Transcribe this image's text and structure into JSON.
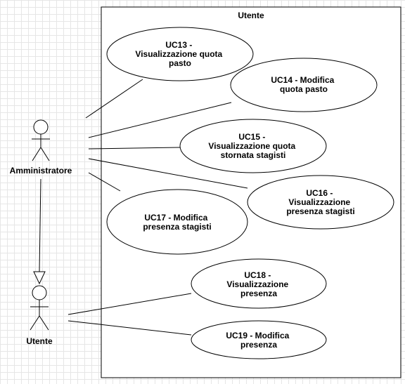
{
  "system": {
    "title": "Utente"
  },
  "actors": {
    "admin": {
      "name": "Amministratore"
    },
    "user": {
      "name": "Utente"
    }
  },
  "use_cases": [
    {
      "id": "uc13",
      "code": "UC13",
      "lines": [
        "UC13 -",
        "Visualizzazione quota",
        "pasto"
      ]
    },
    {
      "id": "uc14",
      "code": "UC14",
      "lines": [
        "UC14 - Modifica",
        "quota pasto"
      ]
    },
    {
      "id": "uc15",
      "code": "UC15",
      "lines": [
        "UC15 -",
        "Visualizzazione quota",
        "stornata stagisti"
      ]
    },
    {
      "id": "uc16",
      "code": "UC16",
      "lines": [
        "UC16 -",
        "Visualizzazione",
        "presenza stagisti"
      ]
    },
    {
      "id": "uc17",
      "code": "UC17",
      "lines": [
        "UC17 - Modifica",
        "presenza stagisti"
      ]
    },
    {
      "id": "uc18",
      "code": "UC18",
      "lines": [
        "UC18 -",
        "Visualizzazione",
        "presenza"
      ]
    },
    {
      "id": "uc19",
      "code": "UC19",
      "lines": [
        "UC19 - Modifica",
        "presenza"
      ]
    }
  ]
}
